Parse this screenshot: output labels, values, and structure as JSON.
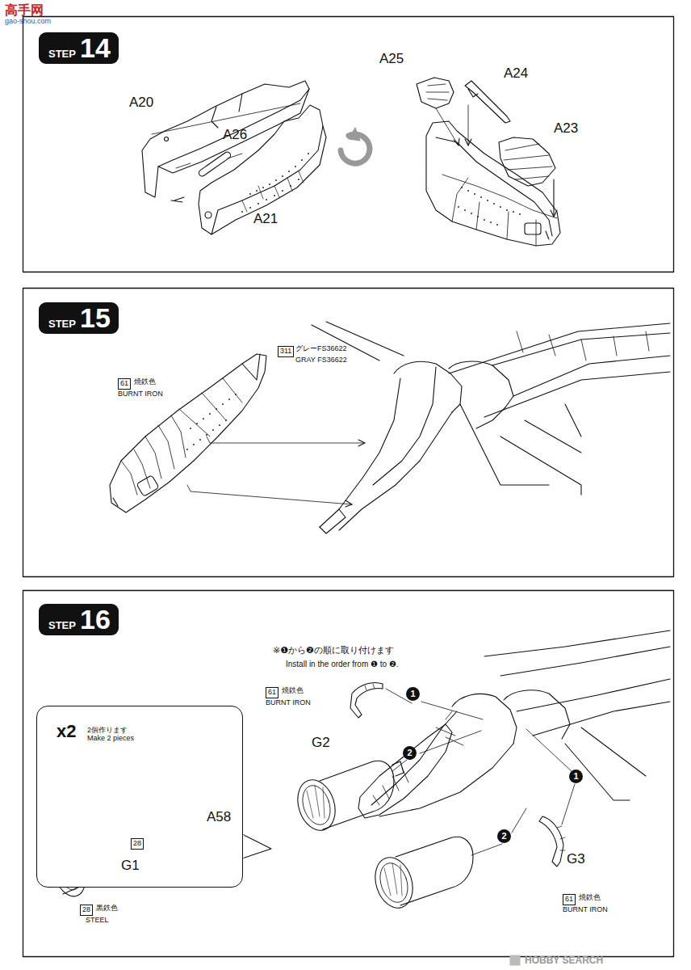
{
  "diagram": {
    "nodes": [
      {
        "text": [
          "STEP",
          "14"
        ]
      },
      {
        "text": [
          "STEP",
          "15"
        ]
      },
      {
        "text": [
          "311"
        ]
      },
      {
        "text": [
          "61"
        ]
      },
      {
        "text": [
          "STEP",
          "16"
        ]
      },
      {
        "text": [
          "61"
        ]
      },
      {
        "text": [
          "1"
        ]
      },
      {
        "text": [
          "x2",
          "2個作ります Make 2 pieces"
        ]
      },
      {
        "text": [
          "28"
        ],
        "in": 7
      },
      {
        "text": [
          "2"
        ]
      },
      {
        "text": [
          "1"
        ]
      },
      {
        "text": [
          "2"
        ]
      },
      {
        "text": [
          "61"
        ]
      },
      {
        "text": [
          "28"
        ]
      }
    ],
    "labels": [
      "高手网",
      "gao-shou.com",
      "A20",
      "A26",
      "A21",
      "A25",
      "A24",
      "A23",
      "グレーFS36622",
      "GRAY FS36622",
      "焼鉄色",
      "BURNT IRON",
      "※❶から❷の順に取り付けます",
      "Install in the order from ❶ to ❷.",
      "焼鉄色",
      "BURNT IRON",
      "G2",
      "G3",
      "焼鉄色",
      "BURNT IRON",
      "A58",
      "G1",
      "黒鉄色",
      "STEEL",
      "HOBBY SEARCH"
    ]
  }
}
